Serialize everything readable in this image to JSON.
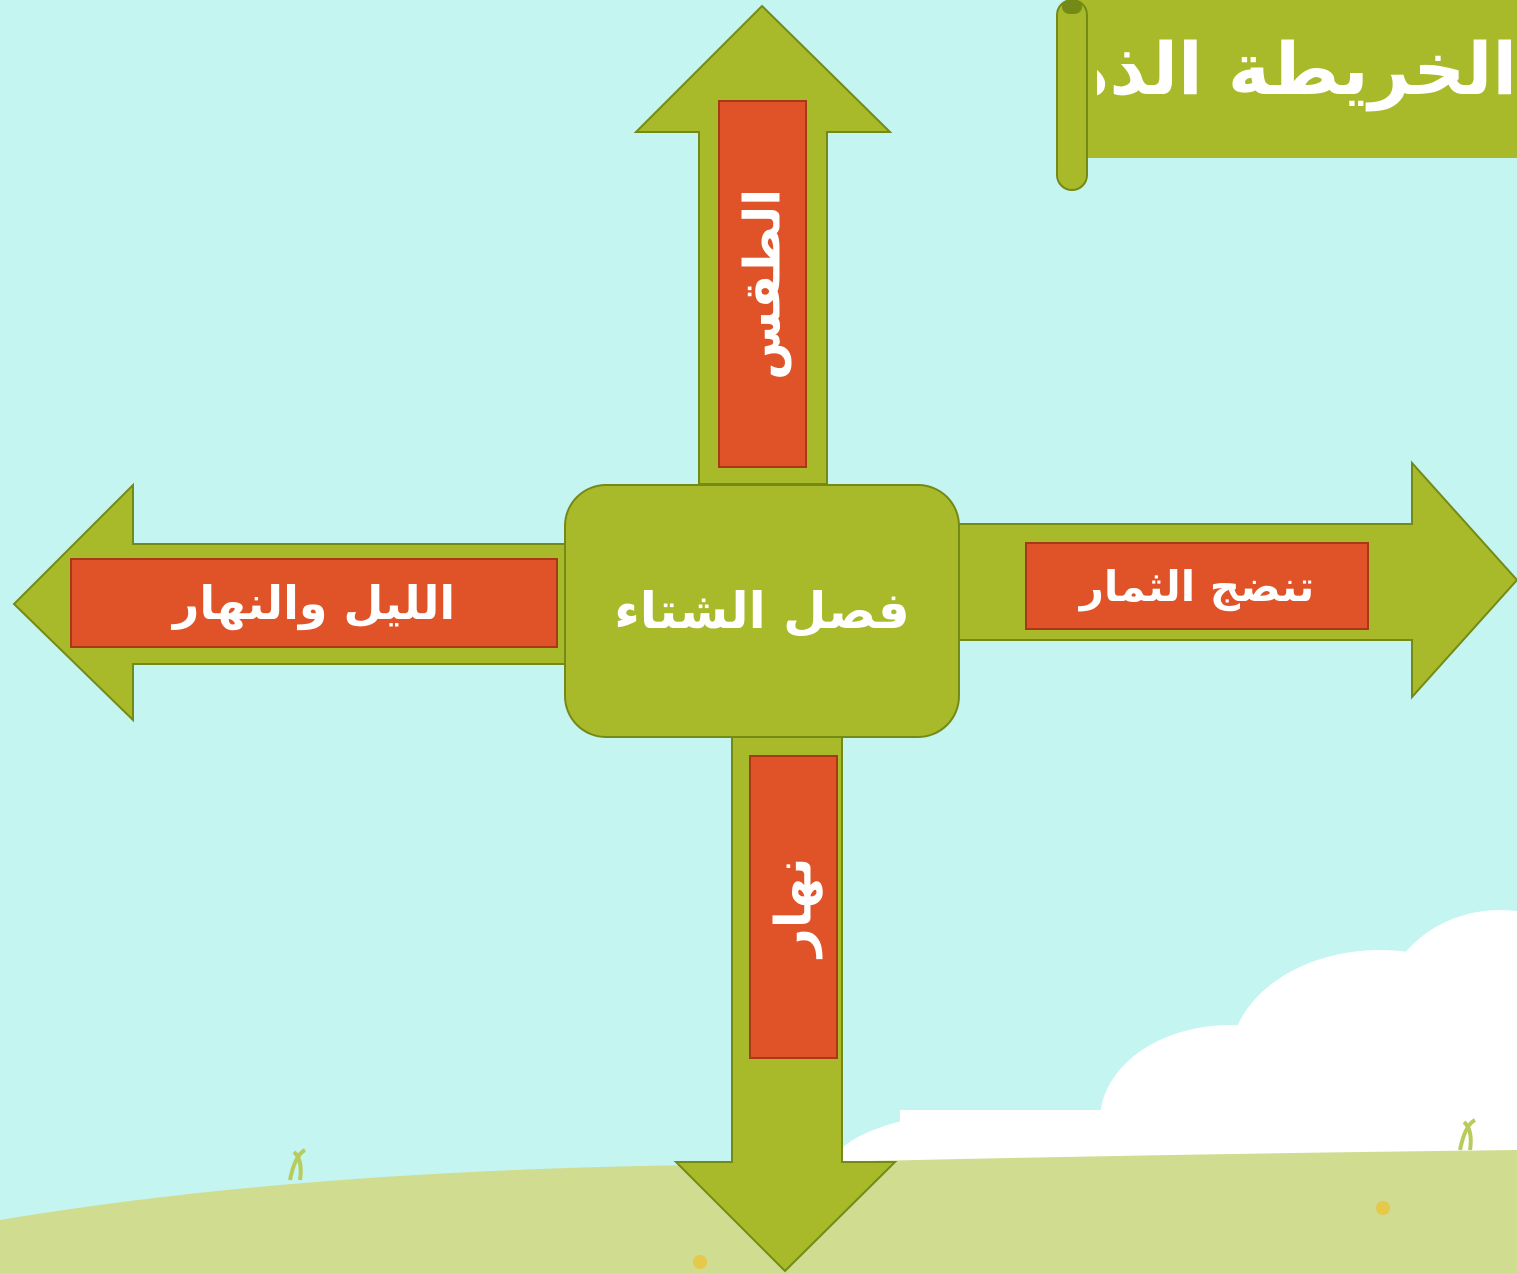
{
  "title_banner": {
    "text": "الخريطة الذهنية"
  },
  "center": {
    "text": "فصل الشتاء"
  },
  "branches": {
    "up": "الطقس",
    "right": "تنضج الثمار",
    "left": "الليل والنهار",
    "down": "نهار"
  },
  "colors": {
    "background": "#c4f5f1",
    "arrow_fill": "#a8ba29",
    "arrow_stroke": "#748a16",
    "label_fill": "#e05228",
    "ground": "#d0dc90",
    "cloud": "#ffffff"
  }
}
